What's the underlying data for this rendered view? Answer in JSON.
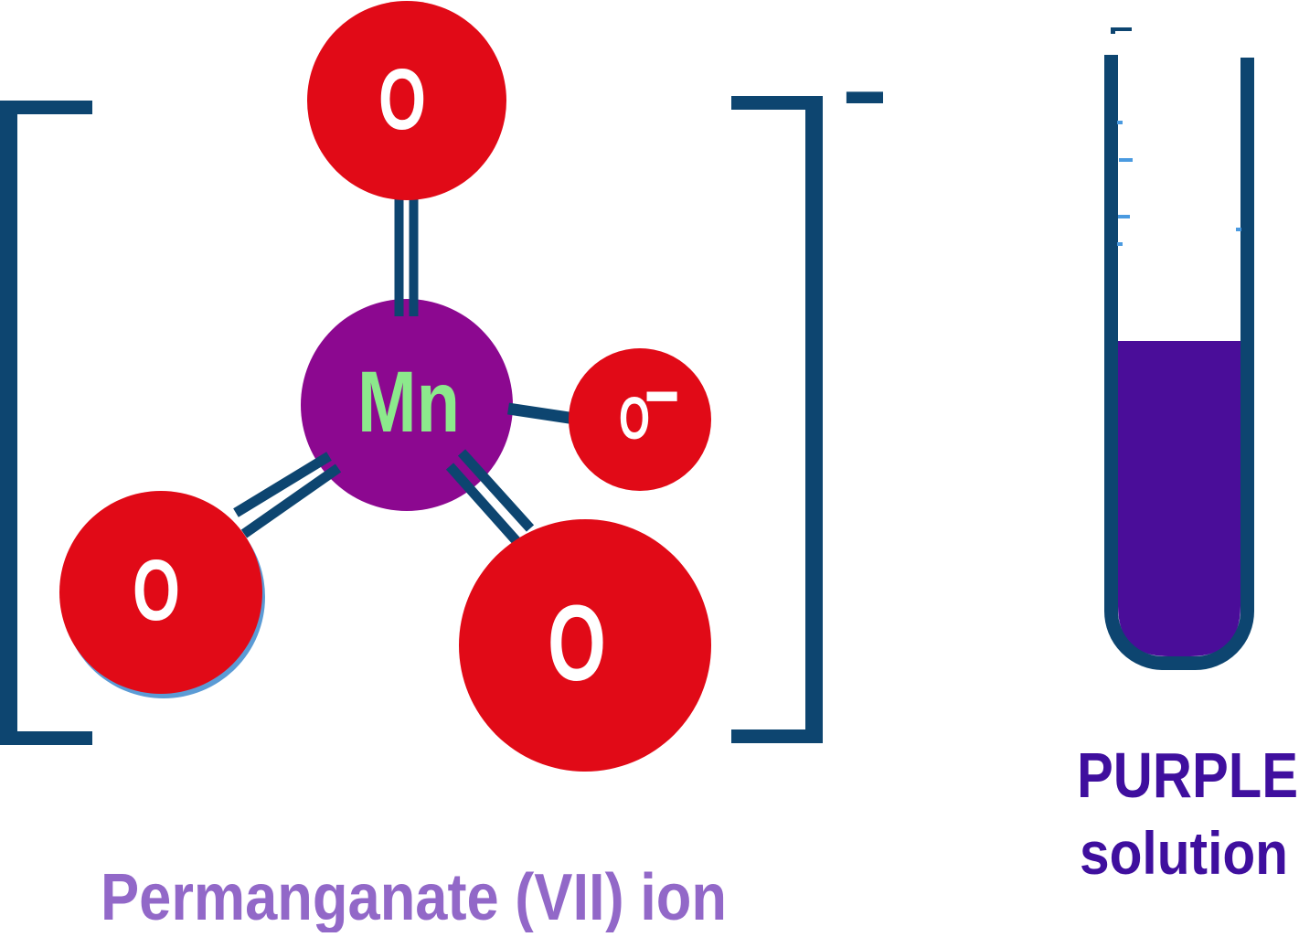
{
  "molecule": {
    "name": "Permanganate (VII) ion",
    "caption": "Permanganate (VII) ion",
    "charge": "−",
    "atoms": {
      "center": {
        "symbol": "Mn"
      },
      "top": {
        "symbol": "O"
      },
      "left": {
        "symbol": "O"
      },
      "bottom": {
        "symbol": "O"
      },
      "right": {
        "symbol": "O",
        "charge": "−"
      }
    }
  },
  "test_tube": {
    "label_line1": "PURPLE",
    "label_line2": "solution"
  },
  "colors": {
    "oxygen_red": "#e10a17",
    "manganese_purple": "#8c0890",
    "symbol_green": "#8ce98c",
    "bond_navy": "#0d4570",
    "solution_purple": "#4a0d99",
    "label_purple": "#3f0f9e",
    "caption_lavender": "#9268c8",
    "tick_blue": "#4a9ae0",
    "halo_blue": "#5b9bd5"
  }
}
